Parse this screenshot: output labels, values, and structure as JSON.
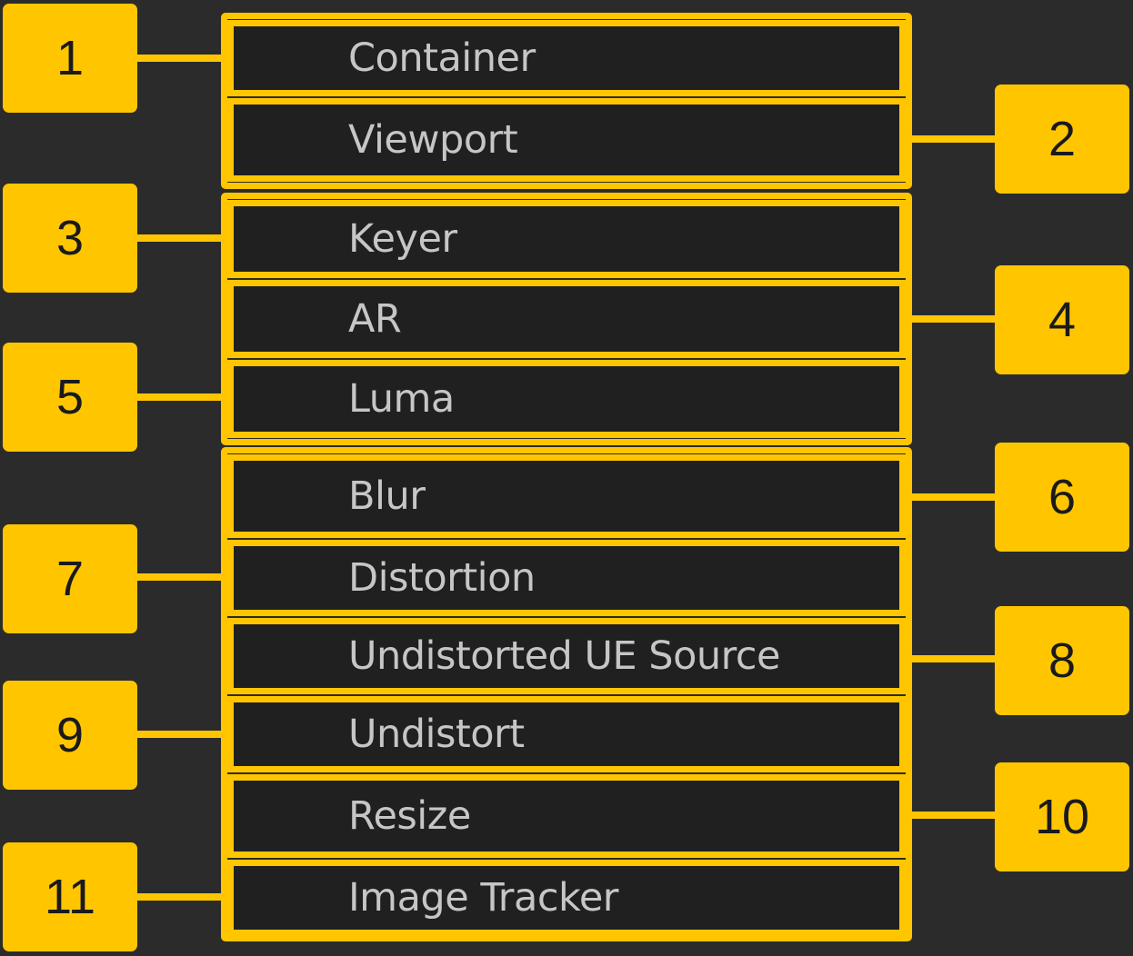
{
  "menu": {
    "items": [
      {
        "label": "Container"
      },
      {
        "label": "Viewport"
      },
      {
        "label": "Keyer"
      },
      {
        "label": "AR"
      },
      {
        "label": "Luma"
      },
      {
        "label": "Blur"
      },
      {
        "label": "Distortion"
      },
      {
        "label": "Undistorted UE Source"
      },
      {
        "label": "Undistort"
      },
      {
        "label": "Resize"
      },
      {
        "label": "Image Tracker"
      }
    ]
  },
  "callouts": [
    "1",
    "2",
    "3",
    "4",
    "5",
    "6",
    "7",
    "8",
    "9",
    "10",
    "11"
  ],
  "colors": {
    "accent": "#ffc600",
    "background": "#2b2b2b",
    "item_background": "#202020",
    "item_text": "#c6c6c6",
    "badge_text": "#1a1a1a"
  }
}
